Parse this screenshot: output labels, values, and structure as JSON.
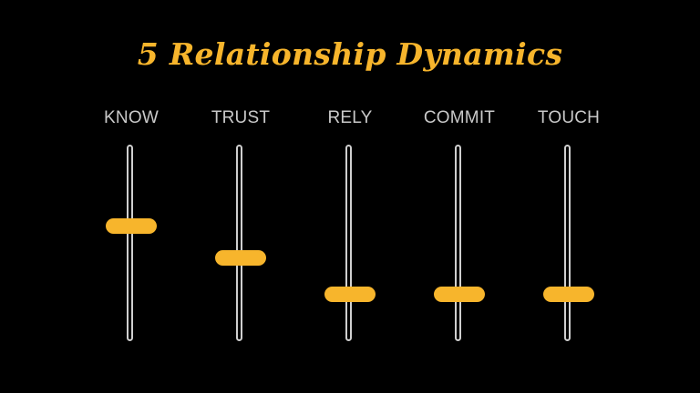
{
  "title": "5 Relationship Dynamics",
  "colors": {
    "background": "#000000",
    "accent": "#F7B52C",
    "label": "#C9C9C9",
    "track": "#CFCFCF"
  },
  "sliders": [
    {
      "label": "KNOW",
      "level": 0.55
    },
    {
      "label": "TRUST",
      "level": 0.35
    },
    {
      "label": "RELY",
      "level": 0.12
    },
    {
      "label": "COMMIT",
      "level": 0.12
    },
    {
      "label": "TOUCH",
      "level": 0.12
    }
  ]
}
